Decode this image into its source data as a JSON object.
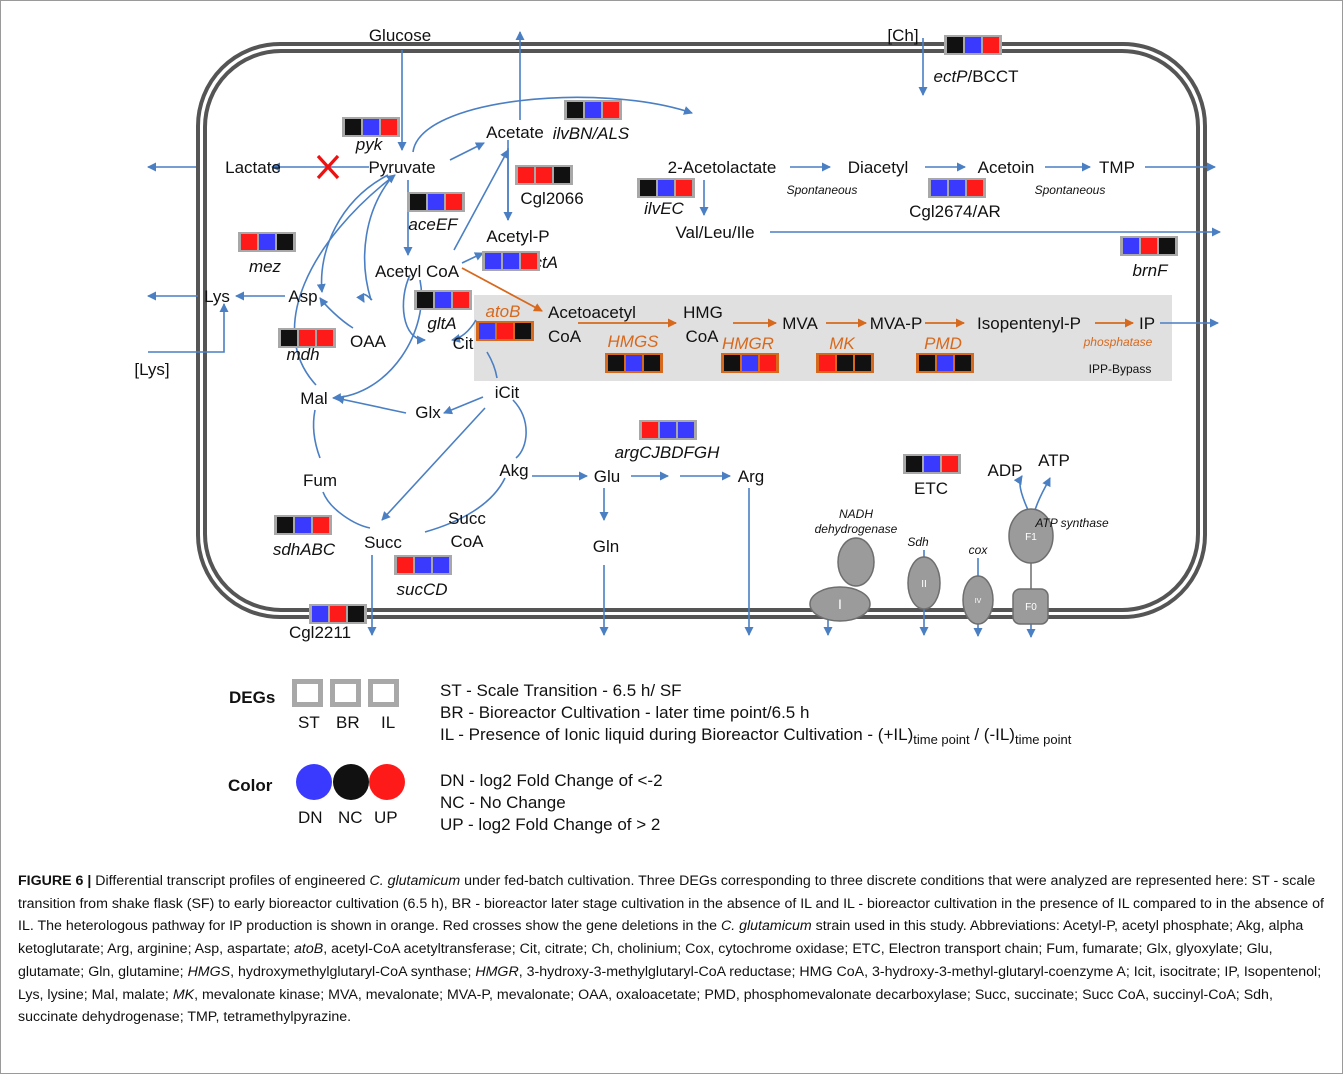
{
  "colors": {
    "DN": "#3a3aff",
    "NC": "#111111",
    "UP": "#ff1a1a",
    "arrow": "#4a7fc4",
    "orange": "#d7691d",
    "bypass": "#e0e0e0",
    "membrane": "#555555"
  },
  "nodes": {
    "glucose": "Glucose",
    "ch": "[Ch]",
    "acetate": "Acetate",
    "lactate": "Lactate",
    "pyruvate": "Pyruvate",
    "acetolactate": "2-Acetolactate",
    "diacetyl": "Diacetyl",
    "acetoin": "Acetoin",
    "tmp": "TMP",
    "vll": "Val/Leu/Ile",
    "acetylp": "Acetyl-P",
    "acetylcoa": "Acetyl CoA",
    "lys": "Lys",
    "asp": "Asp",
    "lys_ext": "[Lys]",
    "oaa": "OAA",
    "mal": "Mal",
    "cit": "Cit",
    "icit": "iCit",
    "glx": "Glx",
    "fum": "Fum",
    "akg": "Akg",
    "glu": "Glu",
    "arg": "Arg",
    "gln": "Gln",
    "succ": "Succ",
    "succcoa_1": "Succ",
    "succcoa_2": "CoA",
    "cgl2211": "Cgl2211",
    "acetoacetyl_1": "Acetoacetyl",
    "acetoacetyl_2": "CoA",
    "hmg_1": "HMG",
    "hmg_2": "CoA",
    "mva": "MVA",
    "mvap": "MVA-P",
    "ipp": "Isopentenyl-P",
    "ip": "IP",
    "ipp_bypass": "IPP-Bypass",
    "adp": "ADP",
    "atp": "ATP"
  },
  "genes": {
    "pyk": "pyk",
    "ectp": "ectP",
    "ectp_suffix": "/BCCT",
    "ilvbn": "ilvBN",
    "ilvbn_suffix": "/ALS",
    "cgl2066": "Cgl2066",
    "aceef": "aceEF",
    "ilvec": "ilvEC",
    "cgl2674": "Cgl2674/AR",
    "mez": "mez",
    "acta": "actA",
    "brnf": "brnF",
    "gltA": "gltA",
    "mdh": "mdh",
    "atob": "atoB",
    "hmgs": "HMGS",
    "hmgr": "HMGR",
    "mk": "MK",
    "pmd": "PMD",
    "phosphatase": "phosphatase",
    "argcj": "argCJBDFGH",
    "etc": "ETC",
    "sdhabc": "sdhABC",
    "succd": "sucCD"
  },
  "annotations": {
    "spont1": "Spontaneous",
    "spont2": "Spontaneous",
    "nadh_1": "NADH",
    "nadh_2": "dehydrogenase",
    "sdh": "Sdh",
    "cox": "cox",
    "atpsyn": "ATP synthase",
    "c1": "I",
    "c2": "II",
    "c4": "IV",
    "f1": "F1",
    "f0": "F0"
  },
  "deg_boxes": [
    {
      "gene": "pyk",
      "states": [
        "NC",
        "DN",
        "UP"
      ]
    },
    {
      "gene": "ectP/BCCT",
      "states": [
        "NC",
        "DN",
        "UP"
      ]
    },
    {
      "gene": "ilvBN/ALS",
      "states": [
        "NC",
        "DN",
        "UP"
      ]
    },
    {
      "gene": "Cgl2066",
      "states": [
        "UP",
        "UP",
        "NC"
      ]
    },
    {
      "gene": "aceEF",
      "states": [
        "NC",
        "DN",
        "UP"
      ]
    },
    {
      "gene": "ilvEC",
      "states": [
        "NC",
        "DN",
        "UP"
      ]
    },
    {
      "gene": "Cgl2674/AR",
      "states": [
        "DN",
        "DN",
        "UP"
      ]
    },
    {
      "gene": "mez",
      "states": [
        "UP",
        "DN",
        "NC"
      ]
    },
    {
      "gene": "actA",
      "states": [
        "DN",
        "DN",
        "UP"
      ]
    },
    {
      "gene": "brnF",
      "states": [
        "DN",
        "UP",
        "NC"
      ]
    },
    {
      "gene": "gltA",
      "states": [
        "NC",
        "DN",
        "UP"
      ]
    },
    {
      "gene": "mdh",
      "states": [
        "NC",
        "UP",
        "UP"
      ]
    },
    {
      "gene": "atoB",
      "states": [
        "DN",
        "UP",
        "NC"
      ]
    },
    {
      "gene": "HMGS",
      "states": [
        "NC",
        "DN",
        "NC"
      ]
    },
    {
      "gene": "HMGR",
      "states": [
        "NC",
        "DN",
        "UP"
      ]
    },
    {
      "gene": "MK",
      "states": [
        "UP",
        "NC",
        "NC"
      ]
    },
    {
      "gene": "PMD",
      "states": [
        "NC",
        "DN",
        "NC"
      ]
    },
    {
      "gene": "argCJBDFGH",
      "states": [
        "UP",
        "DN",
        "DN"
      ]
    },
    {
      "gene": "ETC",
      "states": [
        "NC",
        "DN",
        "UP"
      ]
    },
    {
      "gene": "sdhABC",
      "states": [
        "NC",
        "DN",
        "UP"
      ]
    },
    {
      "gene": "sucCD",
      "states": [
        "UP",
        "DN",
        "DN"
      ]
    },
    {
      "gene": "Cgl2211",
      "states": [
        "DN",
        "UP",
        "NC"
      ]
    }
  ],
  "legend": {
    "degs_title": "DEGs",
    "col_st": "ST",
    "col_br": "BR",
    "col_il": "IL",
    "st_text": "ST - Scale Transition - 6.5 h/ SF",
    "br_text": "BR - Bioreactor Cultivation - later time point/6.5 h",
    "il_text_main": "IL   - Presence of Ionic liquid during Bioreactor Cultivation - (+IL)",
    "il_sub1": "time point",
    "il_mid": " / (-IL)",
    "il_sub2": "time point",
    "color_title": "Color",
    "dn": "DN",
    "nc": "NC",
    "up": "UP",
    "dn_text": "DN - log2 Fold Change of <-2",
    "nc_text": "NC - No Change",
    "up_text": "UP - log2 Fold Change of > 2"
  },
  "caption": {
    "label": "FIGURE 6 |",
    "p1": " Differential transcript profiles of engineered ",
    "org1": "C. glutamicum",
    "p2": " under fed-batch cultivation. Three DEGs corresponding to three discrete conditions that were analyzed are represented here: ST - scale transition from shake flask (SF) to early bioreactor cultivation (6.5 h), BR - bioreactor later stage cultivation in the absence of IL and IL - bioreactor cultivation in the presence of IL compared to in the absence of IL. The heterologous pathway for IP production is shown in orange. Red crosses show the gene deletions in the ",
    "org2": "C. glutamicum",
    "p3": " strain used in this study. Abbreviations: Acetyl-P, acetyl phosphate; Akg, alpha ketoglutarate; Arg, arginine; Asp, aspartate; ",
    "atob": "atoB",
    "p4": ", acetyl-CoA acetyltransferase; Cit, citrate; Ch, cholinium; Cox, cytochrome oxidase; ETC, Electron transport chain; Fum, fumarate; Glx, glyoxylate; Glu, glutamate; Gln, glutamine; ",
    "hmgs": "HMGS",
    "p5": ", hydroxymethylglutaryl-CoA synthase; ",
    "hmgr": "HMGR",
    "p6": ", 3-hydroxy-3-methylglutaryl-CoA reductase; HMG CoA, 3-hydroxy-3-methyl-glutaryl-coenzyme A; Icit, isocitrate; IP, Isopentenol; Lys, lysine; Mal, malate; ",
    "mk": "MK",
    "p7": ", mevalonate kinase; MVA, mevalonate; MVA-P, mevalonate; OAA, oxaloacetate; PMD, phosphomevalonate decarboxylase; Succ, succinate; Succ CoA, succinyl-CoA; Sdh, succinate dehydrogenase; TMP, tetramethylpyrazine."
  }
}
